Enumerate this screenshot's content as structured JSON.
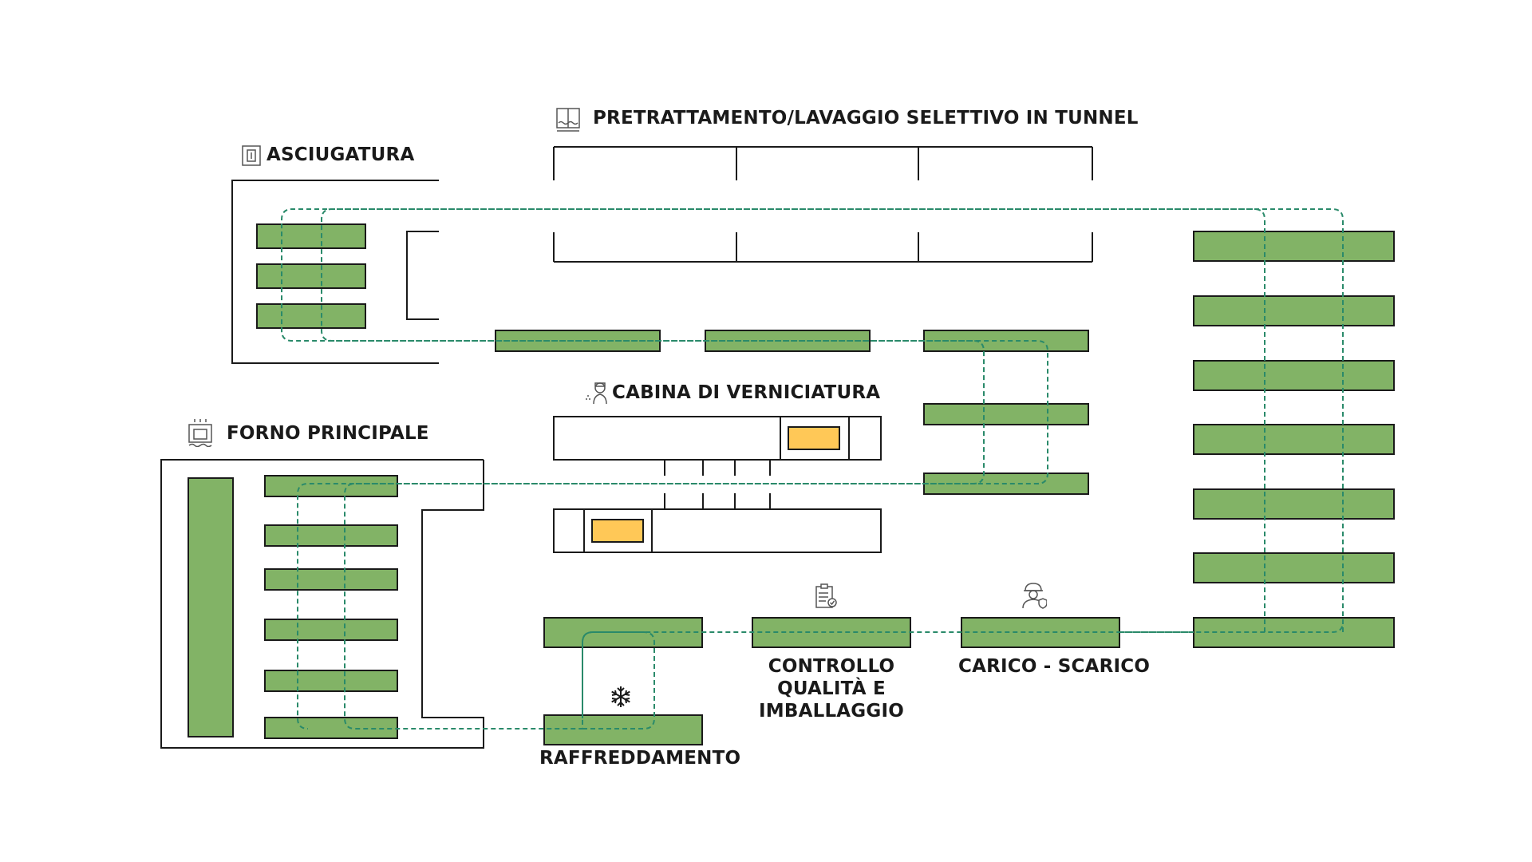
{
  "stations": {
    "pretreatment": "PRETRATTAMENTO/LAVAGGIO SELETTIVO IN TUNNEL",
    "drying": "ASCIUGATURA",
    "painting_booth": "CABINA DI VERNICIATURA",
    "main_oven": "FORNO PRINCIPALE",
    "quality_control": "CONTROLLO QUALITÀ E IMBALLAGGIO",
    "quality_control_lines": [
      "CONTROLLO",
      "QUALITÀ E",
      "IMBALLAGGIO"
    ],
    "load_unload": "CARICO - SCARICO",
    "cooling": "RAFFREDDAMENTO"
  },
  "icons": [
    "tunnel-wash-icon",
    "drying-icon",
    "spray-painter-icon",
    "oven-icon",
    "checklist-icon",
    "worker-shield-icon",
    "snowflake-icon"
  ],
  "colors": {
    "conveyor_fill": "#82b366",
    "outline": "#1a1a1a",
    "path_line": "#2a8a6a",
    "part_fill": "#ffc857"
  }
}
